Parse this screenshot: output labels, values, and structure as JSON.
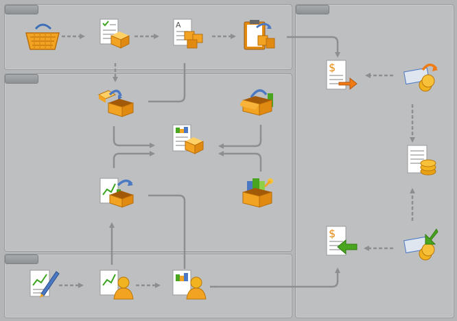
{
  "panels": {
    "top_left": {
      "title": ""
    },
    "middle_left": {
      "title": ""
    },
    "bottom_left": {
      "title": ""
    },
    "right": {
      "title": ""
    }
  },
  "colors": {
    "background": "#b3b5b7",
    "panel": "#bdbfc1",
    "connector": "#8c8e90",
    "box_orange": "#f2a321",
    "accent_blue": "#4a78c2",
    "accent_green": "#49a51f",
    "accent_orange": "#f07a13"
  },
  "nodes": [
    {
      "id": "basket",
      "icon": "shopping-basket-icon"
    },
    {
      "id": "order-checklist",
      "icon": "order-checklist-box-icon"
    },
    {
      "id": "order-document",
      "icon": "order-document-boxes-icon"
    },
    {
      "id": "clipboard-delivery",
      "icon": "clipboard-box-icon"
    },
    {
      "id": "box-return",
      "icon": "box-transfer-icon"
    },
    {
      "id": "box-open-green",
      "icon": "open-box-products-icon"
    },
    {
      "id": "stock-document",
      "icon": "stock-document-box-icon"
    },
    {
      "id": "report-box",
      "icon": "report-box-icon"
    },
    {
      "id": "box-green-products",
      "icon": "product-box-icon"
    },
    {
      "id": "report-pen",
      "icon": "report-pen-icon"
    },
    {
      "id": "report-user",
      "icon": "report-user-icon"
    },
    {
      "id": "stock-user",
      "icon": "stock-user-icon"
    },
    {
      "id": "invoice-out",
      "icon": "invoice-outgoing-icon"
    },
    {
      "id": "payment-out",
      "icon": "payment-outgoing-icon"
    },
    {
      "id": "ledger-coins",
      "icon": "ledger-coins-icon"
    },
    {
      "id": "invoice-in",
      "icon": "invoice-incoming-icon"
    },
    {
      "id": "payment-in",
      "icon": "payment-incoming-icon"
    }
  ]
}
